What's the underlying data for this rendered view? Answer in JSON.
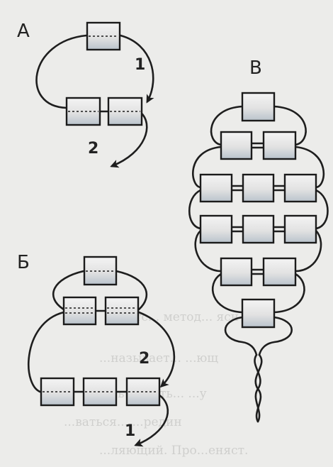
{
  "labels": {
    "panel_a": "А",
    "panel_b": "Б",
    "panel_c": "В",
    "a_step1": "1",
    "a_step2": "2",
    "b_step1": "1",
    "b_step2": "2"
  },
  "background_text": [
    "тс... метод... ясн",
    "...называет... ...ющ",
    "...ь и ...ить... ...у",
    "...ваться... ...редин",
    "...ляющий. Про...еняст."
  ]
}
